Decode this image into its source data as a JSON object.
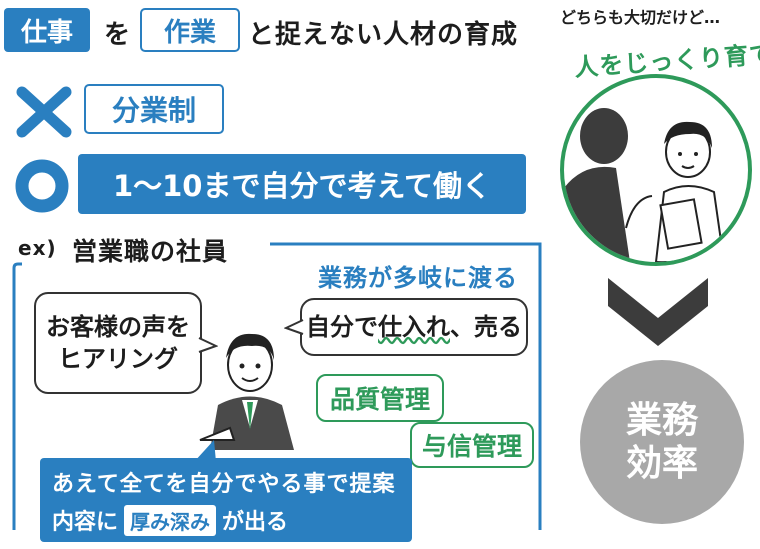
{
  "title": {
    "box1": "仕事",
    "particle": "を",
    "box2": "作業",
    "rest": "と捉えない人材の育成"
  },
  "bad": {
    "label": "分業制"
  },
  "good": {
    "label": "1〜10まで自分で考えて働く"
  },
  "example": {
    "prefix": "ex)",
    "title": "営業職の社員",
    "subtitle": "業務が多岐に渡る",
    "bubble_left": [
      "お客様の声を",
      "ヒアリング"
    ],
    "bubble_right_a": "自分で",
    "bubble_right_b": "仕入れ",
    "bubble_right_c": "、売る",
    "green1": "品質管理",
    "green2": "与信管理",
    "bottom_line1": "あえて全てを自分でやる事で提案",
    "bottom_line2_a": "内容に",
    "bottom_line2_box": "厚み深み",
    "bottom_line2_b": "が出る"
  },
  "right": {
    "caption": "どちらも大切だけど…",
    "circle_text": "人をじっくり育てる",
    "result_line1": "業務",
    "result_line2": "効率"
  },
  "colors": {
    "blue": "#2a7fc0",
    "green": "#2e9a5a",
    "dark": "#3c3c3c",
    "gray": "#a8a8a8"
  }
}
